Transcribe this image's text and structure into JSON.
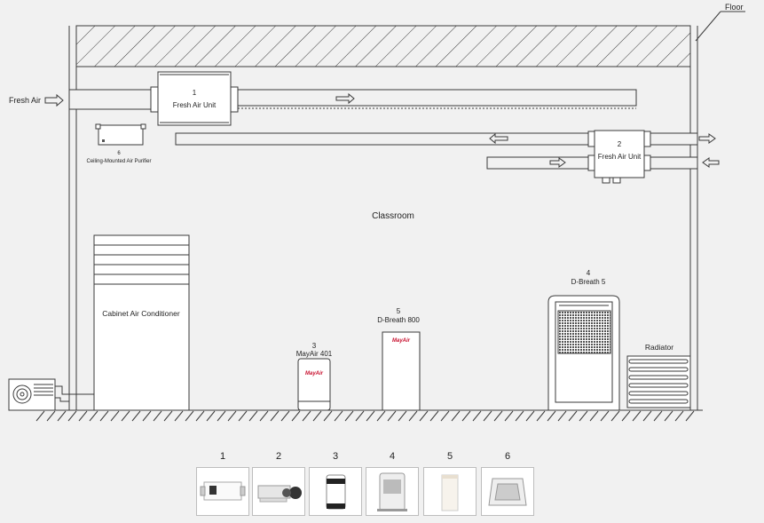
{
  "labels": {
    "floor": "Floor",
    "fresh_air": "Fresh Air",
    "classroom": "Classroom",
    "radiator": "Radiator",
    "cabinet_ac": "Cabinet Air Conditioner",
    "unit1_num": "1",
    "unit1_name": "Fresh Air Unit",
    "unit2_num": "2",
    "unit2_name": "Fresh Air Unit",
    "purifier_num": "6",
    "purifier_name": "Ceiling-Mounted Air Purifier",
    "mayair_num": "3",
    "mayair_name": "MayAir 401",
    "dbreath800_num": "5",
    "dbreath800_name": "D-Breath 800",
    "dbreath5_num": "4",
    "dbreath5_name": "D-Breath 5",
    "brand": "MayAir"
  },
  "thumbnails": [
    {
      "num": "1"
    },
    {
      "num": "2"
    },
    {
      "num": "3"
    },
    {
      "num": "4"
    },
    {
      "num": "5"
    },
    {
      "num": "6"
    }
  ]
}
